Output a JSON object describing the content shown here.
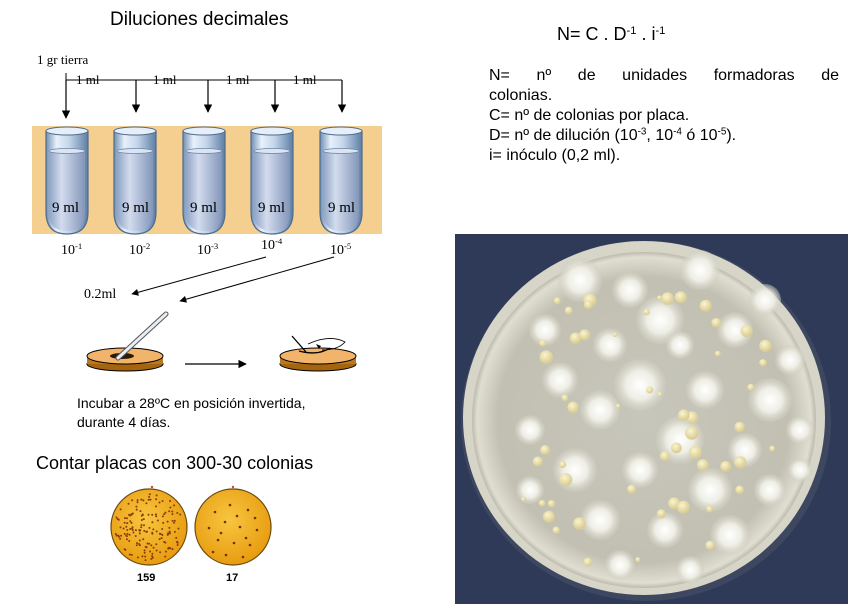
{
  "title": "Diluciones decimales",
  "formula": {
    "main": "N= C . D",
    "exp1": "-1",
    "mid": " . i",
    "exp2": "-1"
  },
  "definitions": {
    "n_line1": "N= nº de unidades formadoras de",
    "n_line2": "colonias.",
    "c_line": "C= nº de colonias por placa.",
    "d_prefix": "D= nº de dilución (10",
    "d_exp1": "-3",
    "d_sep1": ", 10",
    "d_exp2": "-4",
    "d_sep2": " ó 10",
    "d_exp3": "-5",
    "d_suffix": ").",
    "i_line": "i= inóculo (0,2 ml)."
  },
  "soil_label": "1 gr tierra",
  "transfer_labels": [
    "1 ml",
    "1 ml",
    "1 ml",
    "1 ml"
  ],
  "tube_volume": "9 ml",
  "dilutions": [
    {
      "base": "10",
      "exp": "-1"
    },
    {
      "base": "10",
      "exp": "-2"
    },
    {
      "base": "10",
      "exp": "-3"
    },
    {
      "base": "10",
      "exp": "-4"
    },
    {
      "base": "10",
      "exp": "-5"
    }
  ],
  "inoculum_label": "0.2ml",
  "incubation_text": [
    "Incubar  a 28ºC en posición invertida,",
    "durante  4 días."
  ],
  "count_instruction": "Contar placas con 300-30 colonias",
  "plate_counts": [
    "159",
    "17"
  ],
  "colors": {
    "tube_band": "#f5cf8f",
    "tube_liquid": "#b9c8e4",
    "plate_yellow": "#f2b21a",
    "photo_background": "#2d3a58",
    "agar": "#c9c6b8"
  }
}
